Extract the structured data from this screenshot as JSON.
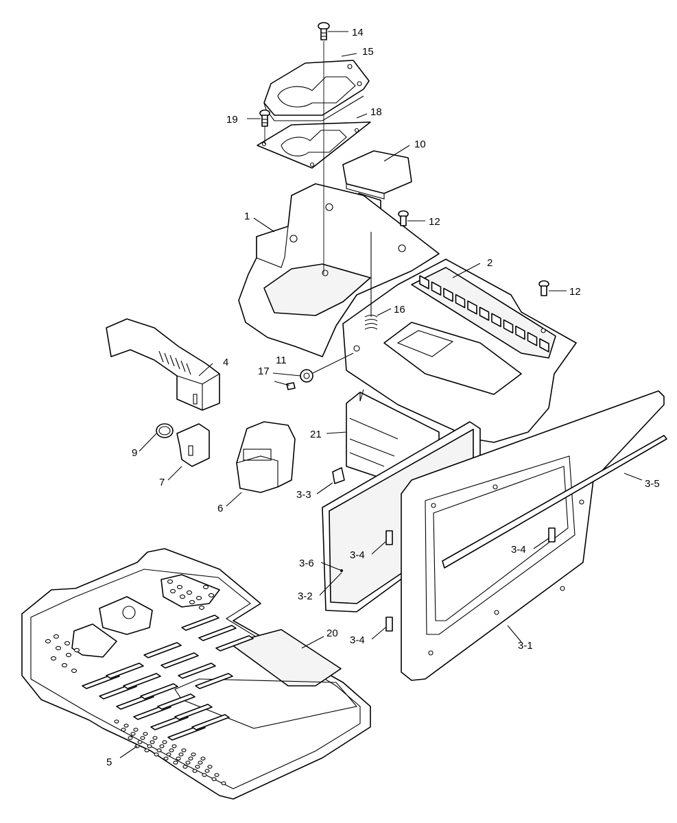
{
  "diagram": {
    "labels": {
      "l1": "1",
      "l2": "2",
      "l3_1": "3-1",
      "l3_2": "3-2",
      "l3_3": "3-3",
      "l3_4a": "3-4",
      "l3_4b": "3-4",
      "l3_4c": "3-4",
      "l3_5": "3-5",
      "l3_6": "3-6",
      "l4": "4",
      "l5": "5",
      "l6": "6",
      "l7": "7",
      "l9": "9",
      "l10": "10",
      "l11": "11",
      "l12a": "12",
      "l12b": "12",
      "l14": "14",
      "l15": "15",
      "l16": "16",
      "l17": "17",
      "l18": "18",
      "l19": "19",
      "l20": "20",
      "l21": "21"
    }
  }
}
